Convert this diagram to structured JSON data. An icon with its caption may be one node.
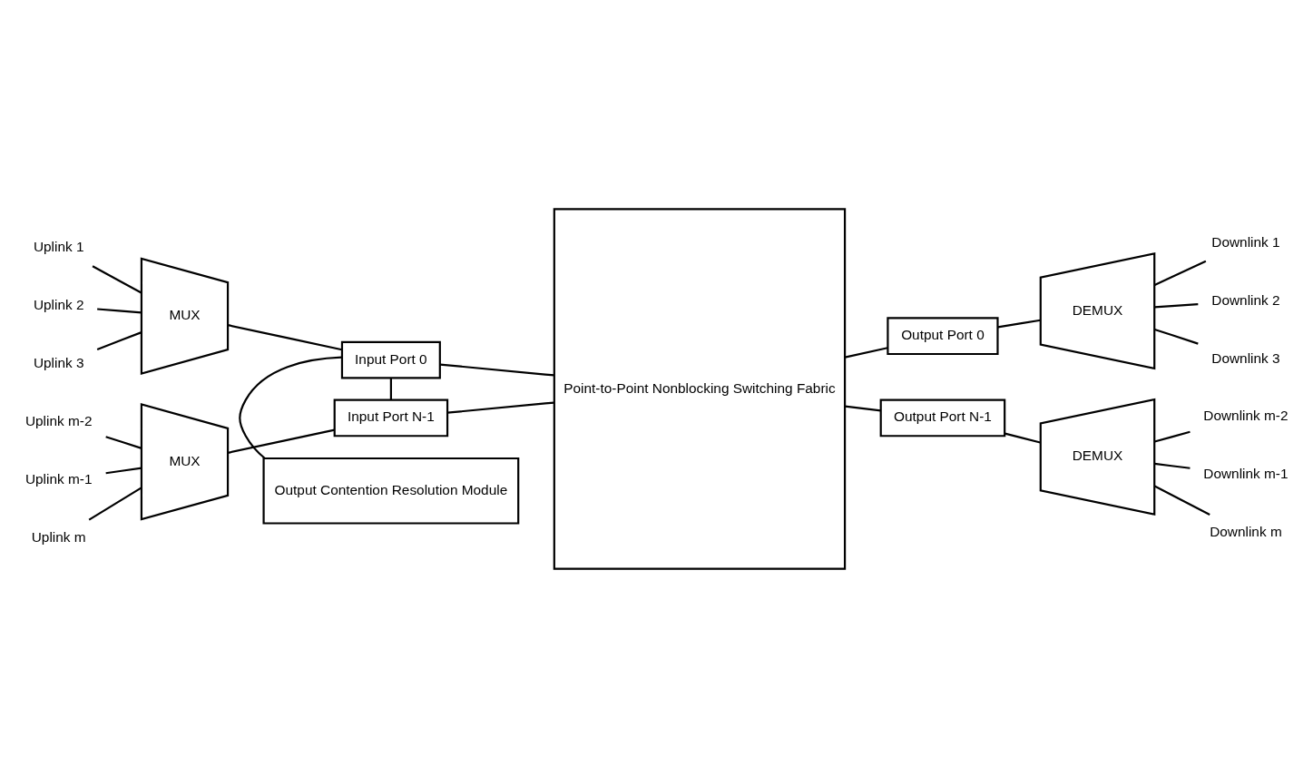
{
  "diagram": {
    "nodes": [
      {
        "text": [
          "Uplink 1"
        ]
      },
      {
        "text": [
          "Uplink 2"
        ]
      },
      {
        "text": [
          "Uplink 3"
        ]
      },
      {
        "text": [
          "MUX"
        ]
      },
      {
        "text": [
          "Input Port 0"
        ]
      },
      {
        "text": [
          "Output Contention Resolution Module"
        ]
      },
      {
        "text": [
          "Uplink m-2"
        ]
      },
      {
        "text": [
          "Uplink m-1"
        ]
      },
      {
        "text": [
          "Uplink m"
        ]
      },
      {
        "text": [
          "MUX"
        ]
      },
      {
        "text": [
          "Input Port N-1"
        ]
      },
      {
        "text": [
          "Point-to-Point Nonblocking Switching Fabric"
        ]
      },
      {
        "text": [
          "Output Port 0"
        ]
      },
      {
        "text": [
          "DEMUX"
        ]
      },
      {
        "text": [
          "Downlink 1"
        ]
      },
      {
        "text": [
          "Downlink 2"
        ]
      },
      {
        "text": [
          "Downlink 3"
        ]
      },
      {
        "text": [
          "Output Port N-1"
        ]
      },
      {
        "text": [
          "DEMUX"
        ]
      },
      {
        "text": [
          "Downlink m-2"
        ]
      },
      {
        "text": [
          "Downlink m-1"
        ]
      },
      {
        "text": [
          "Downlink m"
        ]
      }
    ],
    "edges": [
      {
        "from": 0,
        "to": 3,
        "arrow": "none"
      },
      {
        "from": 1,
        "to": 3,
        "arrow": "none"
      },
      {
        "from": 2,
        "to": 3,
        "arrow": "none"
      },
      {
        "from": 3,
        "to": 4,
        "arrow": "none"
      },
      {
        "from": 4,
        "to": 5,
        "arrow": "none"
      },
      {
        "from": 6,
        "to": 9,
        "arrow": "none"
      },
      {
        "from": 7,
        "to": 9,
        "arrow": "none"
      },
      {
        "from": 8,
        "to": 9,
        "arrow": "none"
      },
      {
        "from": 9,
        "to": 10,
        "arrow": "none"
      },
      {
        "from": 4,
        "to": 10,
        "arrow": "none"
      },
      {
        "from": 4,
        "to": 11,
        "arrow": "none"
      },
      {
        "from": 10,
        "to": 11,
        "arrow": "none"
      },
      {
        "from": 11,
        "to": 12,
        "arrow": "none"
      },
      {
        "from": 11,
        "to": 17,
        "arrow": "none"
      },
      {
        "from": 12,
        "to": 13,
        "arrow": "none"
      },
      {
        "from": 13,
        "to": 14,
        "arrow": "none"
      },
      {
        "from": 13,
        "to": 15,
        "arrow": "none"
      },
      {
        "from": 13,
        "to": 16,
        "arrow": "none"
      },
      {
        "from": 17,
        "to": 18,
        "arrow": "none"
      },
      {
        "from": 18,
        "to": 19,
        "arrow": "none"
      },
      {
        "from": 18,
        "to": 20,
        "arrow": "none"
      },
      {
        "from": 18,
        "to": 21,
        "arrow": "none"
      }
    ]
  }
}
